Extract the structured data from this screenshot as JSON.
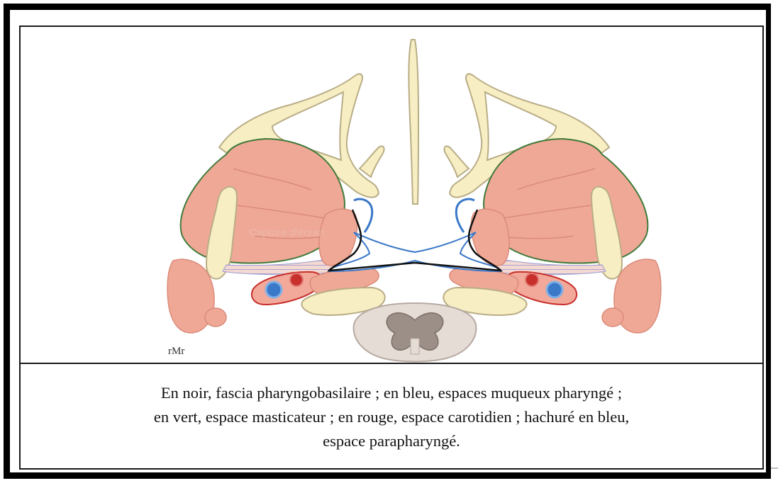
{
  "caption": {
    "line1": "En noir, fascia pharyngobasilaire ; en bleu, espaces muqueux pharyngé ;",
    "line2": "en vert, espace masticateur ; en rouge, espace carotidien ; hachuré en bleu,",
    "line3": "espace parapharyngé."
  },
  "illustration": {
    "watermark": "Capture d'écran",
    "signature": "rMr"
  },
  "colors": {
    "muscle": "#f0a896",
    "muscle_dark": "#e08a78",
    "bone": "#f7eec4",
    "bone_outline": "#b9ad86",
    "fascia_black": "#111111",
    "mucosal_blue": "#3a78c8",
    "masticator_green": "#3f7a3a",
    "carotid_red": "#c8302c",
    "spine": "#9c8f88",
    "spine_light": "#e6dcd6"
  }
}
